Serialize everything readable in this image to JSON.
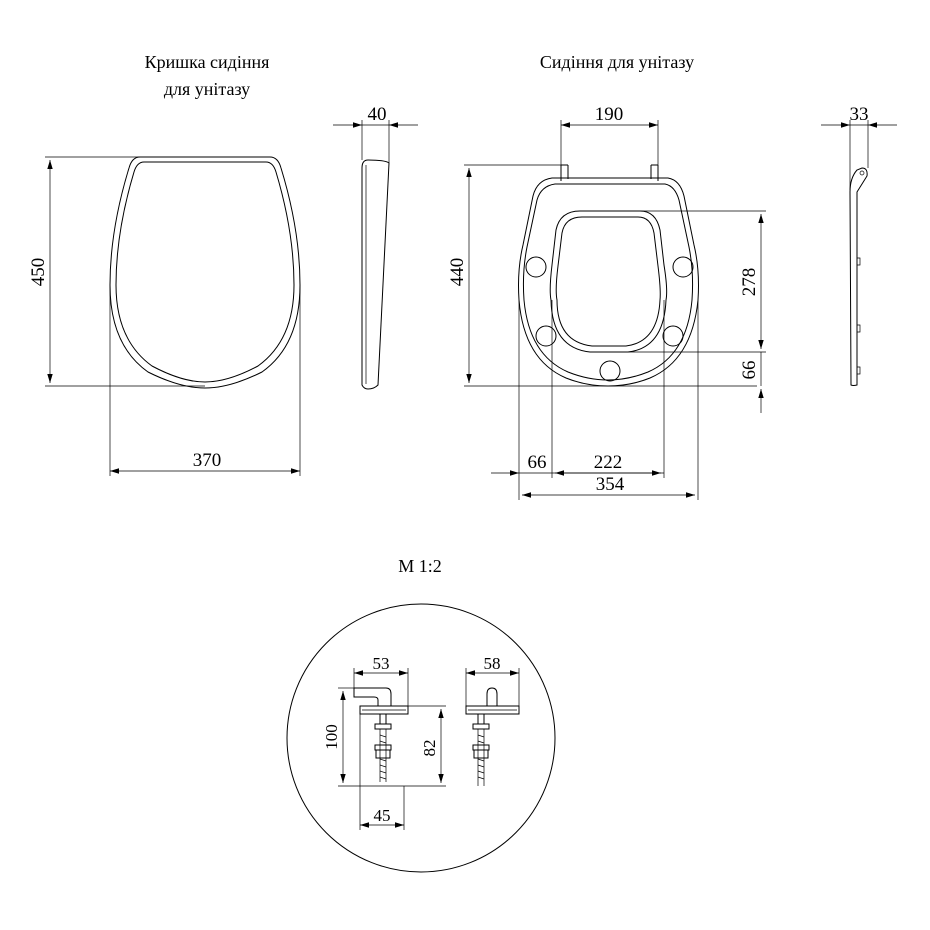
{
  "lid": {
    "title_line1": "Кришка сидіння",
    "title_line2": "для унітазу",
    "height": "450",
    "width": "370",
    "thickness": "40"
  },
  "seat": {
    "title": "Сидіння для унітазу",
    "height": "440",
    "hinge_spacing": "190",
    "inner_length": "278",
    "bottom_offset": "66",
    "left_offset": "66",
    "inner_width": "222",
    "width": "354",
    "thickness": "33"
  },
  "detail": {
    "scale": "М 1:2",
    "hinge_a_width": "53",
    "hinge_b_width": "58",
    "bolt_length": "100",
    "bolt_thread": "82",
    "base_width": "45"
  }
}
